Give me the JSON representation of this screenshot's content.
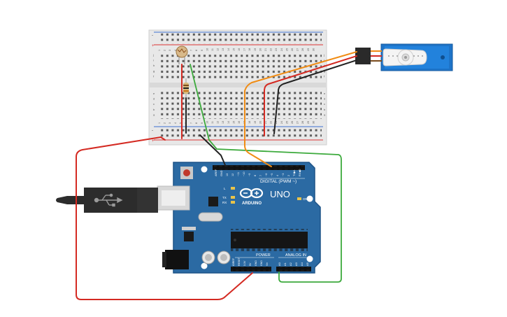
{
  "board": {
    "brand": "ARDUINO",
    "model": "UNO",
    "digital_header": "DIGITAL (PWM ~)",
    "power_header": "POWER",
    "analog_header": "ANALOG IN",
    "led_l": "L",
    "led_tx": "TX",
    "led_rx": "RX",
    "led_on": "ON",
    "digital_pins": [
      "AREF",
      "GND",
      "13",
      "12",
      "~11",
      "~10",
      "~9",
      "8",
      "7",
      "~6",
      "~5",
      "4",
      "~3",
      "2",
      "TX▶1",
      "RX◀0"
    ],
    "power_pins": [
      "IOREF",
      "RESET",
      "3.3V",
      "5V",
      "GND",
      "GND",
      "Vin"
    ],
    "analog_pins": [
      "A0",
      "A1",
      "A2",
      "A3",
      "A4",
      "A5"
    ]
  },
  "breadboard": {
    "column_numbers": [
      "1",
      "2",
      "3",
      "4",
      "5",
      "6",
      "7",
      "8",
      "9",
      "10",
      "11",
      "12",
      "13",
      "14",
      "15",
      "16",
      "17",
      "18",
      "19",
      "20",
      "21",
      "22",
      "23",
      "24",
      "25",
      "26",
      "27",
      "28",
      "29",
      "30"
    ],
    "row_letters_top": [
      "j",
      "i",
      "h",
      "g",
      "f"
    ],
    "row_letters_bottom": [
      "e",
      "d",
      "c",
      "b",
      "a"
    ],
    "rail_plus": "+",
    "rail_minus": "-"
  },
  "colors": {
    "board": "#2b6aa3",
    "board_edge": "#1d5387",
    "breadboard": "#e6e6e6",
    "servo": "#1e74c8",
    "wire_red": "#d42a22",
    "wire_green": "#3caa3c",
    "wire_orange": "#f08c14",
    "wire_black": "#222222"
  },
  "icons": [
    "usb-symbol-icon",
    "arduino-infinity-logo-icon"
  ]
}
